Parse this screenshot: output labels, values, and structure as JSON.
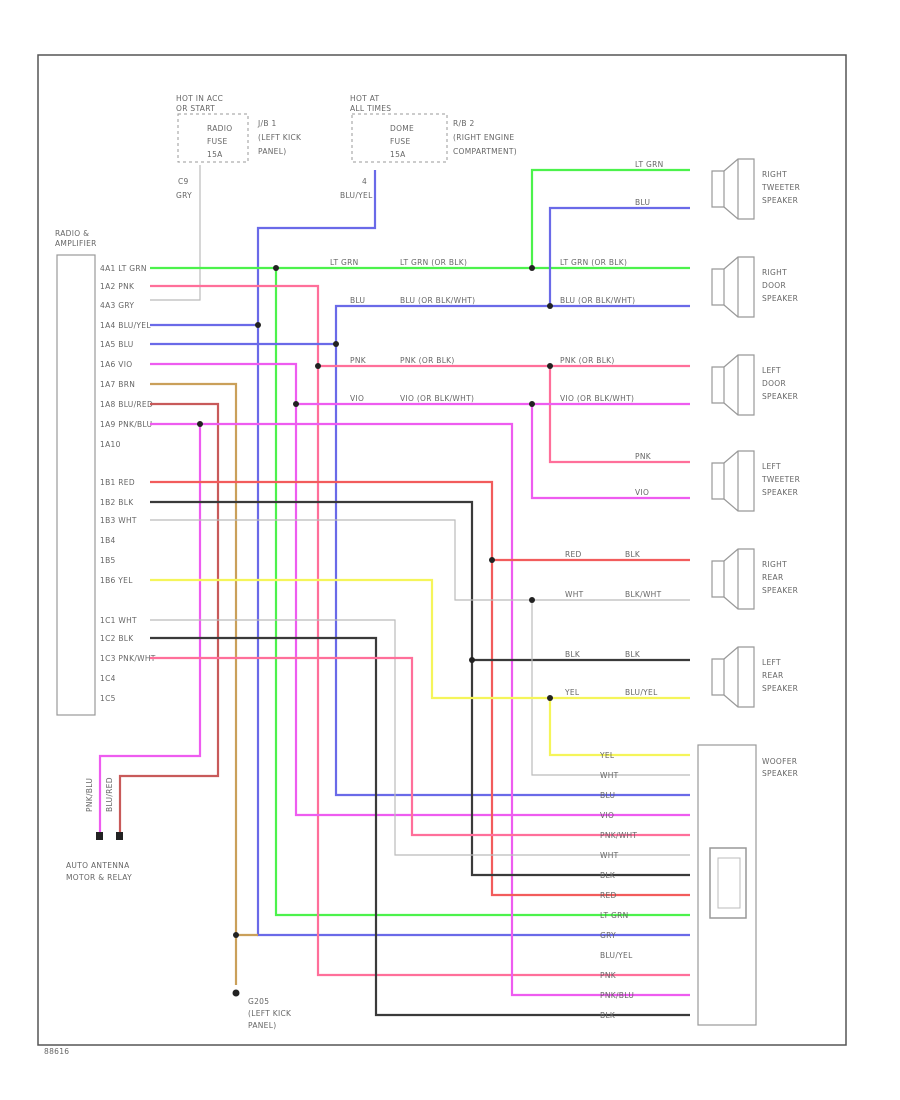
{
  "blocks": {
    "fuse_block_1": {
      "title1": "HOT IN ACC",
      "title2": "OR START",
      "fuse": "RADIO",
      "fuse2": "FUSE",
      "fuse3": "15A",
      "loc1": "J/B 1",
      "loc2": "(LEFT KICK",
      "loc3": "PANEL)",
      "term": "C9",
      "color": "GRY"
    },
    "fuse_block_2": {
      "title1": "HOT AT",
      "title2": "ALL TIMES",
      "fuse": "DOME",
      "fuse2": "FUSE",
      "fuse3": "15A",
      "loc1": "R/B 2",
      "loc2": "(RIGHT ENGINE",
      "loc3": "COMPARTMENT)",
      "term": "4",
      "color": "BLU/YEL"
    }
  },
  "radio": {
    "title1": "RADIO &",
    "title2": "AMPLIFIER",
    "pins": [
      "4A1 LT GRN",
      "1A2 PNK",
      "4A3 GRY",
      "1A4 BLU/YEL",
      "1A5 BLU",
      "1A6 VIO",
      "1A7 BRN",
      "1A8 BLU/RED",
      "1A9 PNK/BLU",
      "1A10",
      "1B1 RED",
      "1B2 BLK",
      "1B3 WHT",
      "1B4",
      "1B5",
      "1B6 YEL",
      "1C1 WHT",
      "1C2 BLK",
      "1C3 PNK/WHT",
      "1C4",
      "1C5"
    ]
  },
  "speakers": [
    {
      "l1": "RIGHT",
      "l2": "TWEETER",
      "l3": "SPEAKER",
      "w1": "LT GRN",
      "w2": "BLU"
    },
    {
      "l1": "RIGHT",
      "l2": "DOOR",
      "l3": "SPEAKER"
    },
    {
      "l1": "LEFT",
      "l2": "DOOR",
      "l3": "SPEAKER"
    },
    {
      "l1": "LEFT",
      "l2": "TWEETER",
      "l3": "SPEAKER",
      "w1": "PNK",
      "w2": "VIO"
    },
    {
      "l1": "RIGHT",
      "l2": "REAR",
      "l3": "SPEAKER"
    },
    {
      "l1": "LEFT",
      "l2": "REAR",
      "l3": "SPEAKER"
    }
  ],
  "splice_labels": {
    "r1": "LT GRN",
    "r1b": "LT GRN (OR BLK)",
    "r1c": "LT GRN (OR BLK)",
    "r2": "BLU",
    "r2b": "BLU (OR BLK/WHT)",
    "r2c": "BLU (OR BLK/WHT)",
    "r3": "PNK",
    "r3b": "PNK (OR BLK)",
    "r3c": "PNK (OR BLK)",
    "r4": "VIO",
    "r4b": "VIO (OR BLK/WHT)",
    "r4c": "VIO (OR BLK/WHT)",
    "r5a": "RED",
    "r5b": "BLK",
    "r6a": "WHT",
    "r6b": "BLK/WHT",
    "r7a": "BLK",
    "r7b": "BLK",
    "r8a": "YEL",
    "r8b": "BLU/YEL"
  },
  "woofer": {
    "title1": "WOOFER",
    "title2": "SPEAKER",
    "pins": [
      "YEL",
      "WHT",
      "BLU",
      "VIO",
      "PNK/WHT",
      "WHT",
      "BLK",
      "RED",
      "LT GRN",
      "GRY",
      "BLU/YEL",
      "PNK",
      "PNK/BLU",
      "BLK"
    ]
  },
  "antenna": {
    "l1": "AUTO ANTENNA",
    "l2": "MOTOR & RELAY",
    "w1": "PNK/BLU",
    "w2": "BLU/RED"
  },
  "ground": {
    "l1": "G205",
    "l2": "(LEFT KICK",
    "l3": "PANEL)"
  },
  "footer": "88616",
  "colors": {
    "LT GRN": "#4cf24c",
    "PNK": "#ff6f9a",
    "BLU": "#5a5ae8",
    "VIO": "#ee5cf0",
    "RED": "#f25c5c",
    "BLK": "#3a3a3a",
    "YEL": "#f5f55a",
    "GRY": "#c8c8c8",
    "BRN": "#caa05a",
    "BLU/YEL": "#5a5ae8"
  }
}
